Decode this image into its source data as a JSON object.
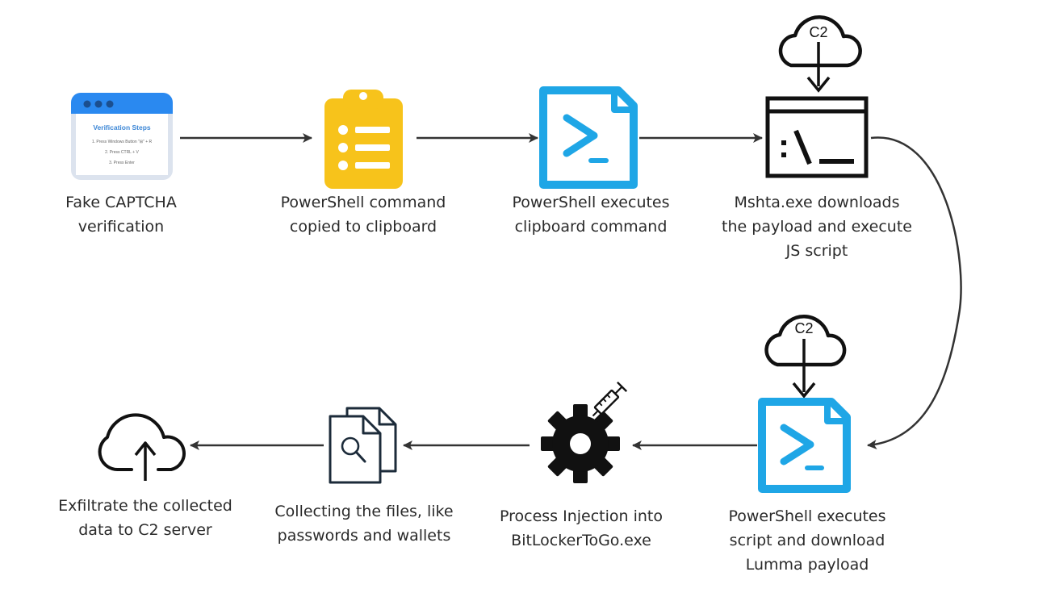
{
  "captcha_window": {
    "title": "Verification Steps",
    "steps": [
      "1. Press Windows Button \"⊞\" + R",
      "2. Press CTRL + V",
      "3. Press Enter"
    ]
  },
  "cloud_label": "C2",
  "steps": [
    {
      "id": "fake-captcha",
      "lines": [
        "Fake CAPTCHA",
        "verification"
      ]
    },
    {
      "id": "clipboard",
      "lines": [
        "PowerShell command",
        "copied to clipboard"
      ]
    },
    {
      "id": "ps-exec-clipboard",
      "lines": [
        "PowerShell executes",
        "clipboard command"
      ]
    },
    {
      "id": "mshta",
      "lines": [
        "Mshta.exe downloads",
        "the payload and execute",
        "JS script"
      ]
    },
    {
      "id": "ps-exec-script",
      "lines": [
        "PowerShell executes",
        "script and download",
        "Lumma payload"
      ]
    },
    {
      "id": "process-injection",
      "lines": [
        "Process Injection into",
        "BitLockerToGo.exe"
      ]
    },
    {
      "id": "collecting",
      "lines": [
        "Collecting the files, like",
        "passwords and wallets"
      ]
    },
    {
      "id": "exfiltrate",
      "lines": [
        "Exfiltrate the collected",
        "data to C2 server"
      ]
    }
  ],
  "colors": {
    "clipboard": "#f7c31b",
    "powershell": "#1fa6e6",
    "browser_header": "#2a89f0",
    "browser_frame": "#dce3ee",
    "icon_dark": "#111111",
    "arrow": "#333333"
  },
  "icons": [
    "browser-window-icon",
    "clipboard-icon",
    "powershell-icon",
    "terminal-icon",
    "cloud-icon",
    "gear-icon",
    "syringe-icon",
    "documents-search-icon",
    "cloud-upload-icon"
  ]
}
